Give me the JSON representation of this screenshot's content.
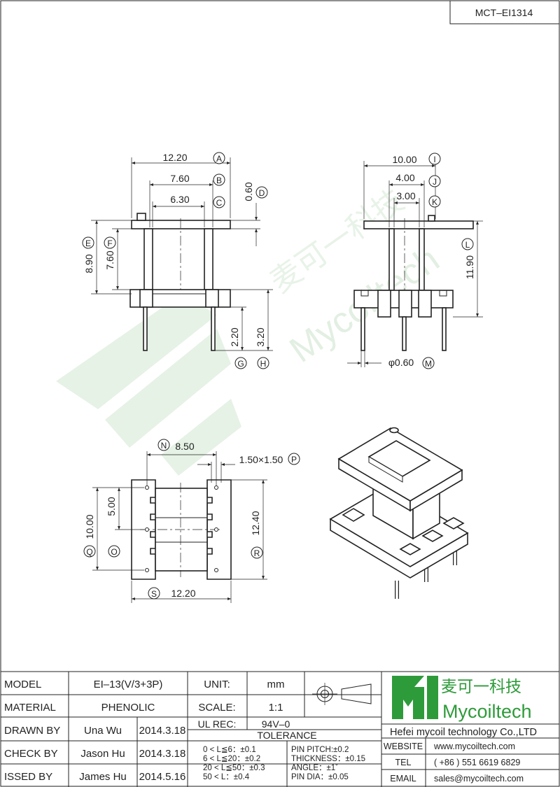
{
  "part_number": "MCT–EI1314",
  "front_view": {
    "dim_a": "12.20",
    "dim_b": "7.60",
    "dim_c": "6.30",
    "dim_d": "0.60",
    "dim_e": "8.90",
    "dim_f": "7.60",
    "dim_g": "2.20",
    "dim_h": "3.20",
    "callouts": [
      "A",
      "B",
      "C",
      "D",
      "E",
      "F",
      "G",
      "H"
    ]
  },
  "side_view": {
    "dim_i": "10.00",
    "dim_j": "4.00",
    "dim_k": "3.00",
    "dim_l": "11.90",
    "dim_m": "φ0.60",
    "callouts": [
      "I",
      "J",
      "K",
      "L",
      "M"
    ]
  },
  "bottom_view": {
    "dim_n": "8.50",
    "dim_p": "1.50×1.50",
    "dim_q": "10.00",
    "dim_o": "5.00",
    "dim_r": "12.40",
    "dim_s": "12.20",
    "callouts": [
      "N",
      "P",
      "Q",
      "O",
      "R",
      "S"
    ]
  },
  "watermark": {
    "line1": "麦可一科技",
    "line2": "Mycoiltech"
  },
  "title_block": {
    "model_label": "MODEL",
    "model_value": "EI–13(V/3+3P)",
    "material_label": "MATERIAL",
    "material_value": "PHENOLIC",
    "drawn_label": "DRAWN BY",
    "drawn_name": "Una Wu",
    "drawn_date": "2014.3.18",
    "check_label": "CHECK BY",
    "check_name": "Jason Hu",
    "check_date": "2014.3.18",
    "issued_label": "ISSED BY",
    "issued_name": "James Hu",
    "issued_date": "2014.5.16",
    "unit_label": "UNIT:",
    "unit_value": "mm",
    "scale_label": "SCALE:",
    "scale_value": "1:1",
    "ul_label": "UL REC:",
    "ul_value": "94V–0",
    "tolerance_label": "TOLERANCE",
    "tolerance_lines": [
      "0 < L≦6：±0.1",
      "6 < L≦20：±0.2",
      "20 < L≦50：±0.3",
      "50 < L：±0.4"
    ],
    "pin_lines": [
      "PIN PITCH:±0.2",
      "THICKNESS：±0.15",
      "ANGLE：±1˚",
      "PIN DIA：±0.05"
    ],
    "logo_cn": "麦可一科技",
    "logo_en": "Mycoiltech",
    "company": "Hefei mycoil technology Co.,LTD",
    "website_label": "WEBSITE",
    "website_value": "www.mycoiltech.com",
    "tel_label": "TEL",
    "tel_value": "( +86 ) 551 6619 6829",
    "email_label": "EMAIL",
    "email_value": "sales@mycoiltech.com"
  },
  "colors": {
    "line": "#222222",
    "brand_green": "#2e9b3a",
    "watermark": "#e3f1e3"
  }
}
